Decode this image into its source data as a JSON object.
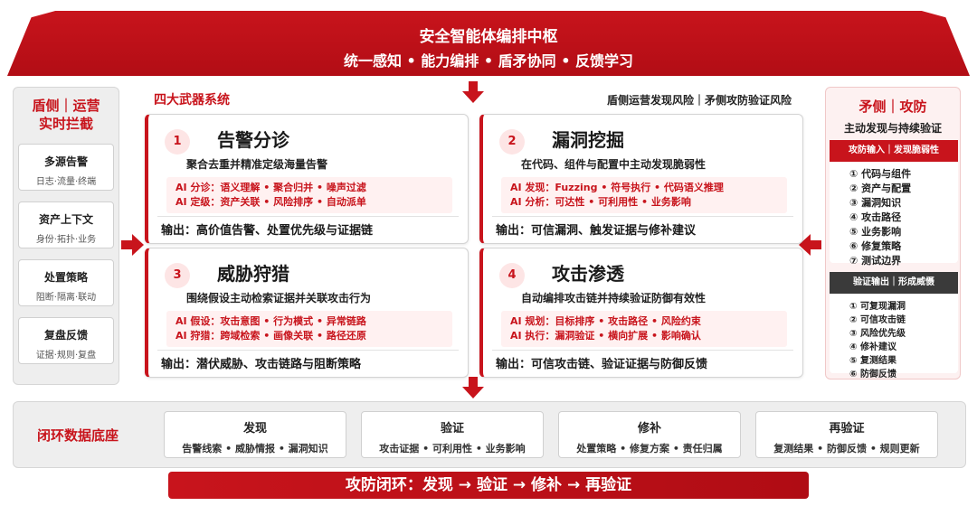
{
  "banner": {
    "title": "安全智能体编排中枢",
    "subtitle": "统一感知 • 能力编排 • 盾矛协同 • 反馈学习"
  },
  "left": {
    "title_line1": "盾侧｜运营",
    "title_line2": "实时拦截",
    "cards": [
      {
        "title": "多源告警",
        "sub": "日志·流量·终端"
      },
      {
        "title": "资产上下文",
        "sub": "身份·拓扑·业务"
      },
      {
        "title": "处置策略",
        "sub": "阻断·隔离·联动"
      },
      {
        "title": "复盘反馈",
        "sub": "证据·规则·复盘"
      }
    ]
  },
  "middle": {
    "title": "四大武器系统",
    "note": "盾侧运营发现风险｜矛侧攻防验证风险",
    "quads": [
      {
        "num": "1",
        "title": "告警分诊",
        "sub": "聚合去重并精准定级海量告警",
        "ai1": "AI 分诊：语义理解 • 聚合归并 • 噪声过滤",
        "ai2": "AI 定级：资产关联 • 风险排序 • 自动派单",
        "output": "输出：高价值告警、处置优先级与证据链"
      },
      {
        "num": "2",
        "title": "漏洞挖掘",
        "sub": "在代码、组件与配置中主动发现脆弱性",
        "ai1": "AI 发现：Fuzzing • 符号执行 • 代码语义推理",
        "ai2": "AI 分析：可达性 • 可利用性 • 业务影响",
        "output": "输出：可信漏洞、触发证据与修补建议"
      },
      {
        "num": "3",
        "title": "威胁狩猎",
        "sub": "围绕假设主动检索证据并关联攻击行为",
        "ai1": "AI 假设：攻击意图 • 行为模式 • 异常链路",
        "ai2": "AI 狩猎：跨域检索 • 画像关联 • 路径还原",
        "output": "输出：潜伏威胁、攻击链路与阻断策略"
      },
      {
        "num": "4",
        "title": "攻击渗透",
        "sub": "自动编排攻击链并持续验证防御有效性",
        "ai1": "AI 规划：目标排序 • 攻击路径 • 风险约束",
        "ai2": "AI 执行：漏洞验证 • 横向扩展 • 影响确认",
        "output": "输出：可信攻击链、验证证据与防御反馈"
      }
    ]
  },
  "right": {
    "title": "矛侧｜攻防",
    "sub": "主动发现与持续验证",
    "box1_header": "攻防输入｜发现脆弱性",
    "box1_items": [
      "① 代码与组件",
      "② 资产与配置",
      "③ 漏洞知识",
      "④ 攻击路径",
      "⑤ 业务影响",
      "⑥ 修复策略",
      "⑦ 测试边界"
    ],
    "box2_header": "验证输出｜形成威慑",
    "box2_items": [
      "① 可复现漏洞",
      "② 可信攻击链",
      "③ 风险优先级",
      "④ 修补建议",
      "⑤ 复测结果",
      "⑥ 防御反馈"
    ]
  },
  "base": {
    "title": "闭环数据底座",
    "stages": [
      {
        "title": "发现",
        "sub": "告警线索 • 威胁情报 • 漏洞知识"
      },
      {
        "title": "验证",
        "sub": "攻击证据 • 可利用性 • 业务影响"
      },
      {
        "title": "修补",
        "sub": "处置策略 • 修复方案 • 责任归属"
      },
      {
        "title": "再验证",
        "sub": "复测结果 • 防御反馈 • 规则更新"
      }
    ]
  },
  "loop": {
    "text": "攻防闭环：发现 → 验证 → 修补 → 再验证"
  },
  "colors": {
    "brand_red": "#c8141c",
    "dark_header": "#3a3a3a",
    "panel_gray": "#eeeeee"
  }
}
